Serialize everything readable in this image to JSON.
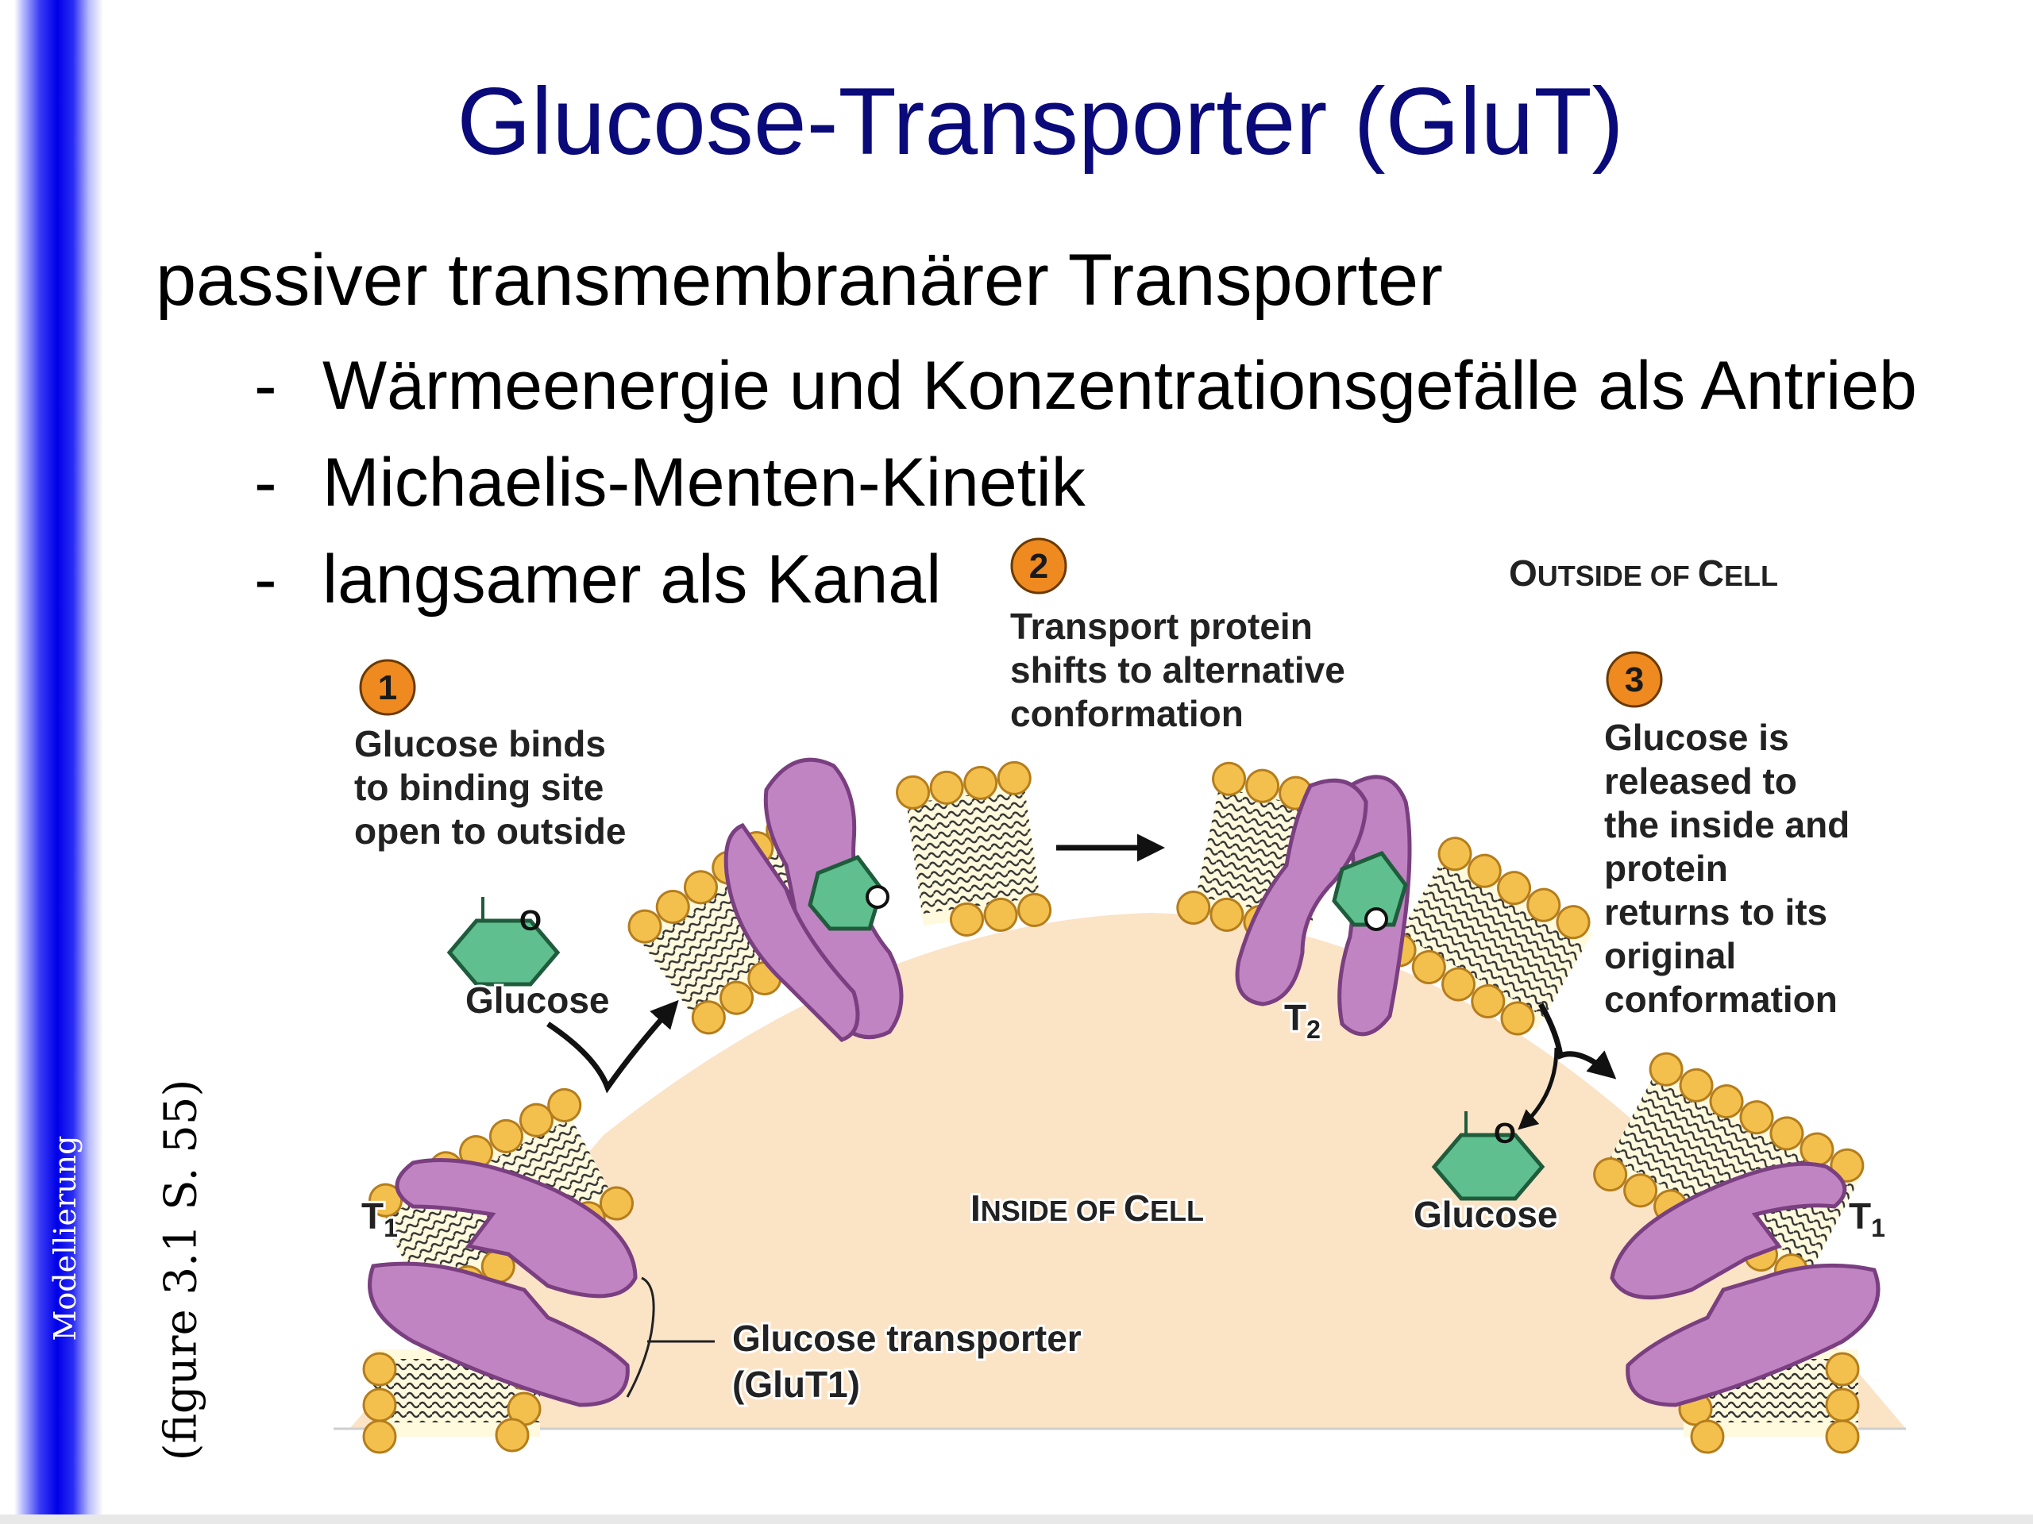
{
  "slide": {
    "title": "Glucose-Transporter (GluT)",
    "lead": "passiver transmembranärer Transporter",
    "bullets": [
      {
        "dash": "-",
        "text": "Wärmeenergie und Konzentrationsgefälle als Antrieb"
      },
      {
        "dash": "-",
        "text": "Michaelis-Menten-Kinetik"
      },
      {
        "dash": "-",
        "text": "langsamer als Kanal"
      }
    ],
    "figure_ref": "(figure 3.1 S. 55)",
    "sidebar_label": "Modellierung"
  },
  "diagram": {
    "outside_label": {
      "first": "O",
      "rest": "UTSIDE OF ",
      "first2": "C",
      "rest2": "ELL"
    },
    "inside_label": {
      "first": "I",
      "rest": "NSIDE OF ",
      "first2": "C",
      "rest2": "ELL"
    },
    "steps": [
      {
        "number": "1",
        "lines": [
          "Glucose binds",
          "to binding site",
          "open to outside"
        ]
      },
      {
        "number": "2",
        "lines": [
          "Transport protein",
          "shifts to alternative",
          "conformation"
        ]
      },
      {
        "number": "3",
        "lines": [
          "Glucose is",
          "released to",
          "the inside and",
          "protein",
          "returns to its",
          "original",
          "conformation"
        ]
      }
    ],
    "glucose_label": "Glucose",
    "glucose_o": "O",
    "transporter_label": [
      "Glucose transporter",
      "(GluT1)"
    ],
    "states": {
      "t1": "T",
      "t1_sub": "1",
      "t2": "T",
      "t2_sub": "2"
    },
    "colors": {
      "cytoplasm": "#fbe3c6",
      "protein": "#c084c2",
      "protein_edge": "#7a3f80",
      "glucose": "#5fbf8f",
      "lipid_head": "#f3c04e",
      "step_badge": "#ee8a1f",
      "title": "#0a0a7a",
      "sidebar": "#0000e8"
    }
  }
}
